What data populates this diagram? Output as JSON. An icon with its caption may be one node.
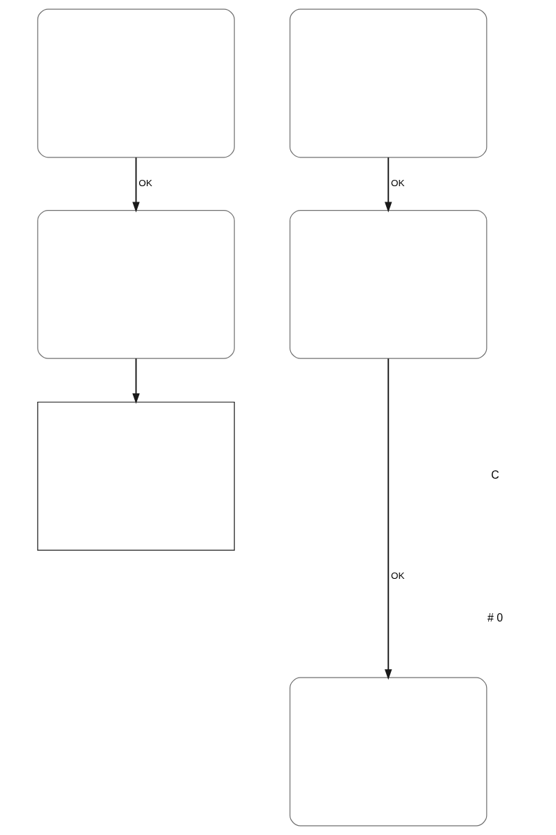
{
  "diagram": {
    "nodes": [
      {
        "text": [],
        "shape": "box"
      },
      {
        "text": [],
        "shape": "box"
      },
      {
        "text": [],
        "shape": "box"
      },
      {
        "text": [],
        "shape": "box"
      },
      {
        "text": [],
        "shape": "box"
      },
      {
        "text": [],
        "shape": "box"
      }
    ],
    "edges": [
      {
        "from": 0,
        "to": 1,
        "arrow": "to",
        "label": "OK"
      },
      {
        "from": 1,
        "to": 2,
        "arrow": "to"
      },
      {
        "from": 3,
        "to": 4,
        "arrow": "to",
        "label": "OK"
      },
      {
        "from": 4,
        "to": 5,
        "arrow": "to",
        "label": "OK"
      }
    ],
    "labels": [
      "C",
      "# 0"
    ]
  }
}
